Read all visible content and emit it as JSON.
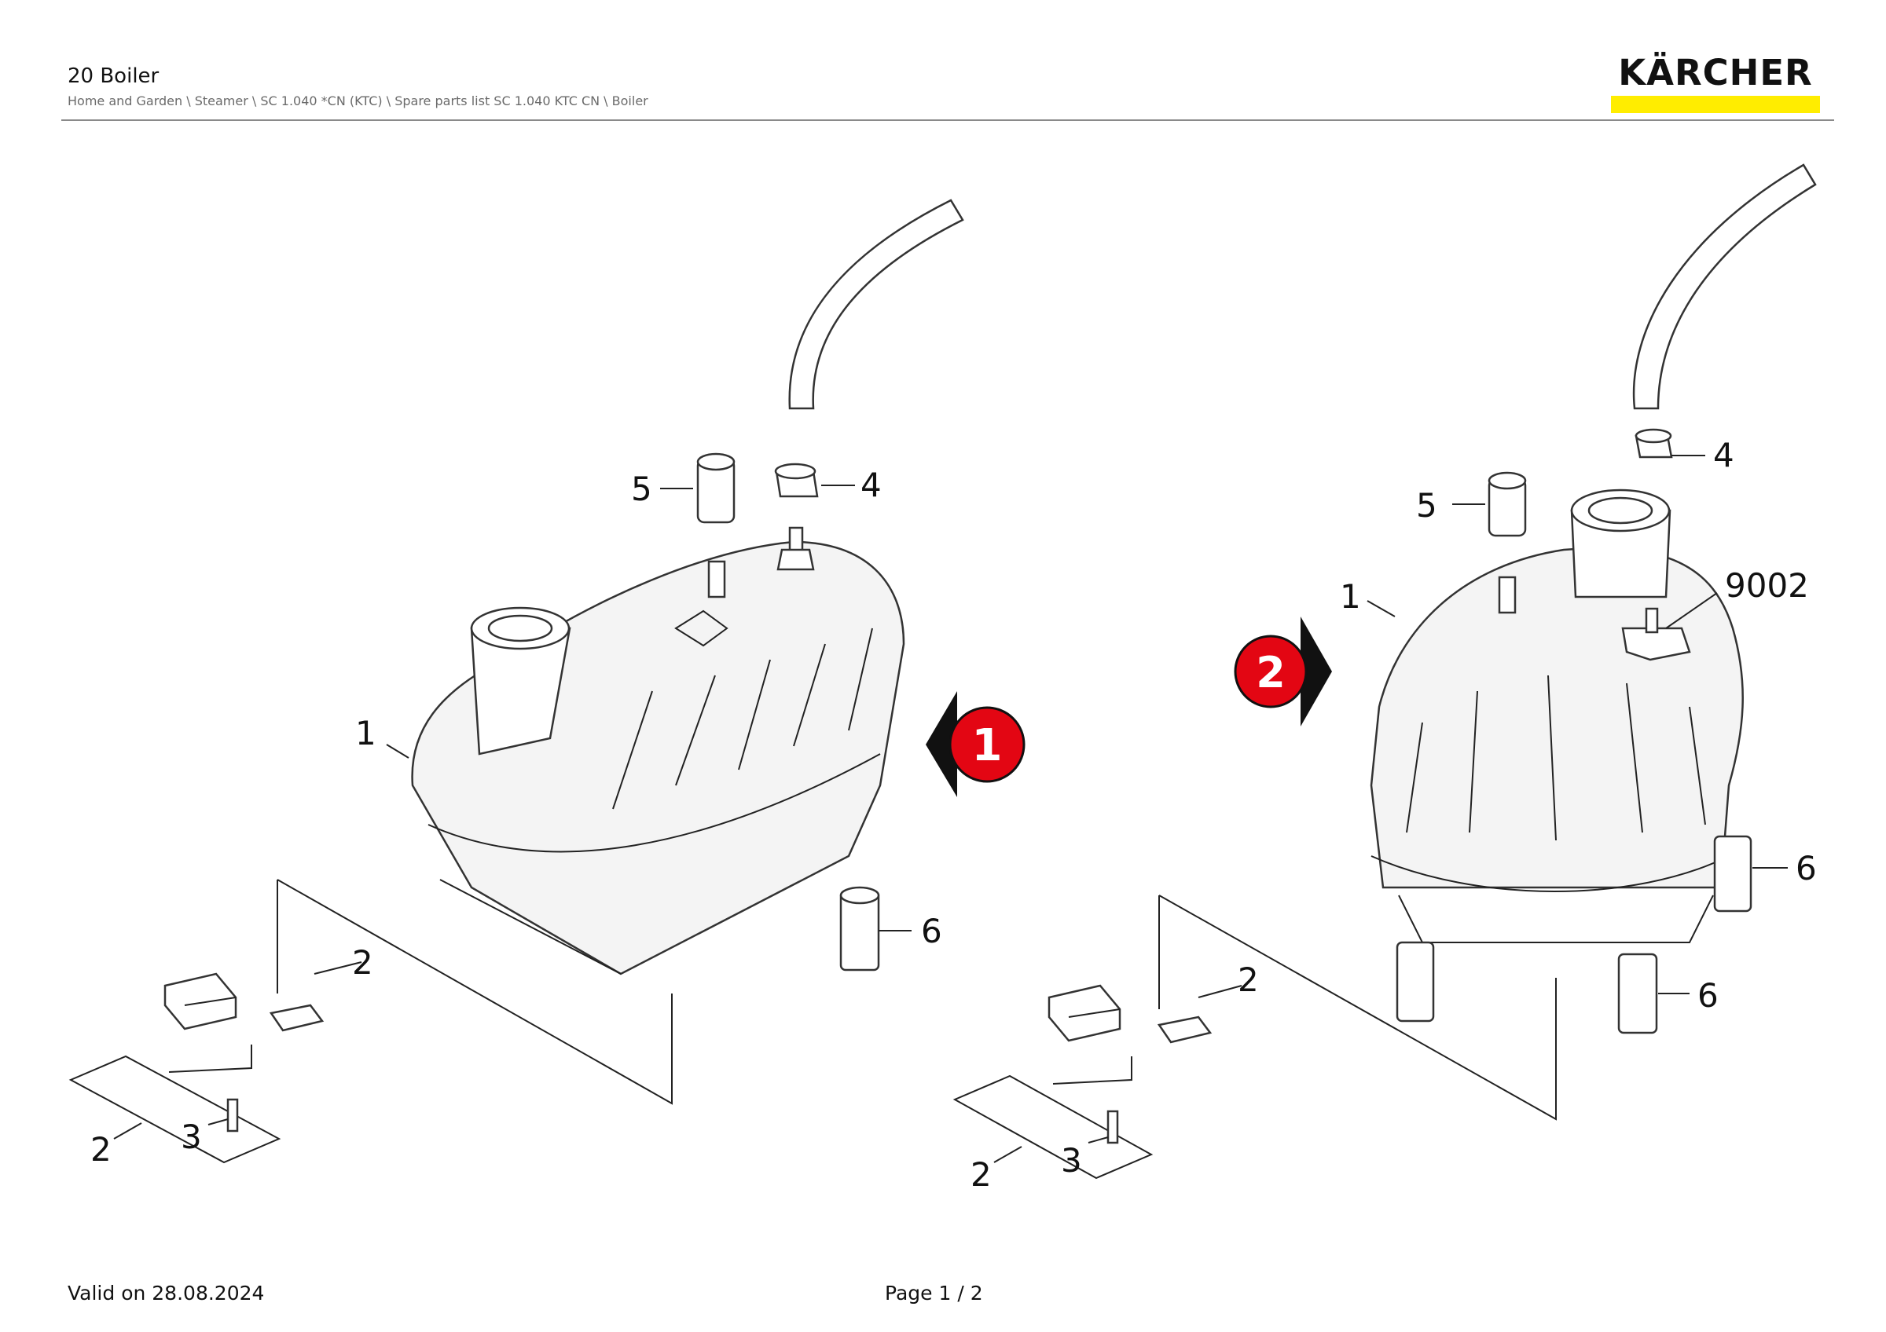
{
  "header": {
    "title": "20 Boiler",
    "breadcrumb": "Home and Garden \\ Steamer \\ SC 1.040 *CN (KTC) \\ Spare parts list SC 1.040 KTC CN \\ Boiler",
    "logo_text": "KÄRCHER",
    "logo_bar_color": "#ffed00"
  },
  "footer": {
    "valid_on": "Valid on 28.08.2024",
    "page": "Page 1 / 2"
  },
  "diagram": {
    "variant_markers": [
      "1",
      "2"
    ],
    "marker_color": "#e30613",
    "left_view_labels": [
      "1",
      "2",
      "2",
      "3",
      "4",
      "5",
      "6"
    ],
    "right_view_labels": [
      "1",
      "2",
      "2",
      "3",
      "4",
      "5",
      "6",
      "6",
      "9002"
    ]
  }
}
